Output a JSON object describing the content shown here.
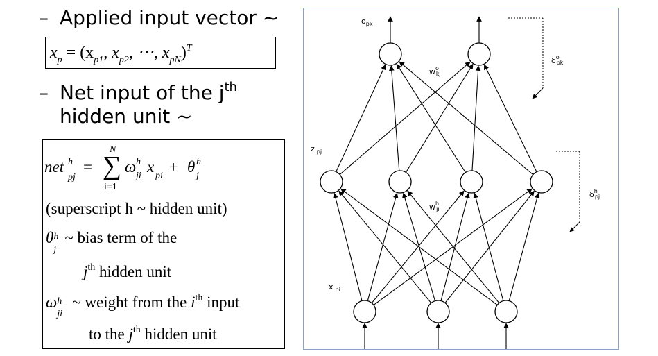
{
  "bullets": {
    "b1": "Applied input vector ~",
    "b2_main": "Net input of the j",
    "b2_sup": "th",
    "b2_line2": "hidden unit ~"
  },
  "eq1": {
    "x": "x",
    "p": "p",
    "eq": " = (x",
    "p1": "p1",
    "sep1": ",    x",
    "p2": "p2",
    "sep2": ",    ⋯,    x",
    "pN": "pN",
    "close": ")",
    "T": "T"
  },
  "eq2": {
    "net": "net",
    "net_sup": "h",
    "net_sub": "pj",
    "sum_top": "N",
    "sum_bot": "i=1",
    "omega": "ω",
    "omega_sup": "h",
    "omega_sub": "ji",
    "x": "x",
    "x_sub": "pi",
    "plus": " + ",
    "theta": "θ",
    "theta_sup": "h",
    "theta_sub": "j",
    "line2": "(superscript h ~ hidden unit)",
    "line3_text": "~ bias term of the",
    "line4_j": "j",
    "line4_th": "th",
    "line4_text": " hidden unit",
    "line5_text": "~ weight from the ",
    "line5_i": "i",
    "line5_th": "th",
    "line5_input": " input",
    "line6_text": "to the ",
    "line6_j": "j",
    "line6_th": "th",
    "line6_end": " hidden unit"
  },
  "diagram": {
    "labels": {
      "o_pk": "o",
      "o_pk_sub": "pk",
      "w_kj": "w",
      "w_kj_sup": "o",
      "w_kj_sub": "kj",
      "delta_o": "δ",
      "delta_o_sup": "o",
      "delta_o_sub": "pk",
      "z_pj": "z",
      "z_pj_sub": "pj",
      "w_ji": "w",
      "w_ji_sup": "h",
      "w_ji_sub": "ji",
      "delta_h": "δ",
      "delta_h_sup": "h",
      "delta_h_sub": "pj",
      "x_pi": "x",
      "x_pi_sub": "pi"
    },
    "layers": {
      "input_nodes": 3,
      "hidden_nodes": 4,
      "output_nodes": 2
    }
  }
}
